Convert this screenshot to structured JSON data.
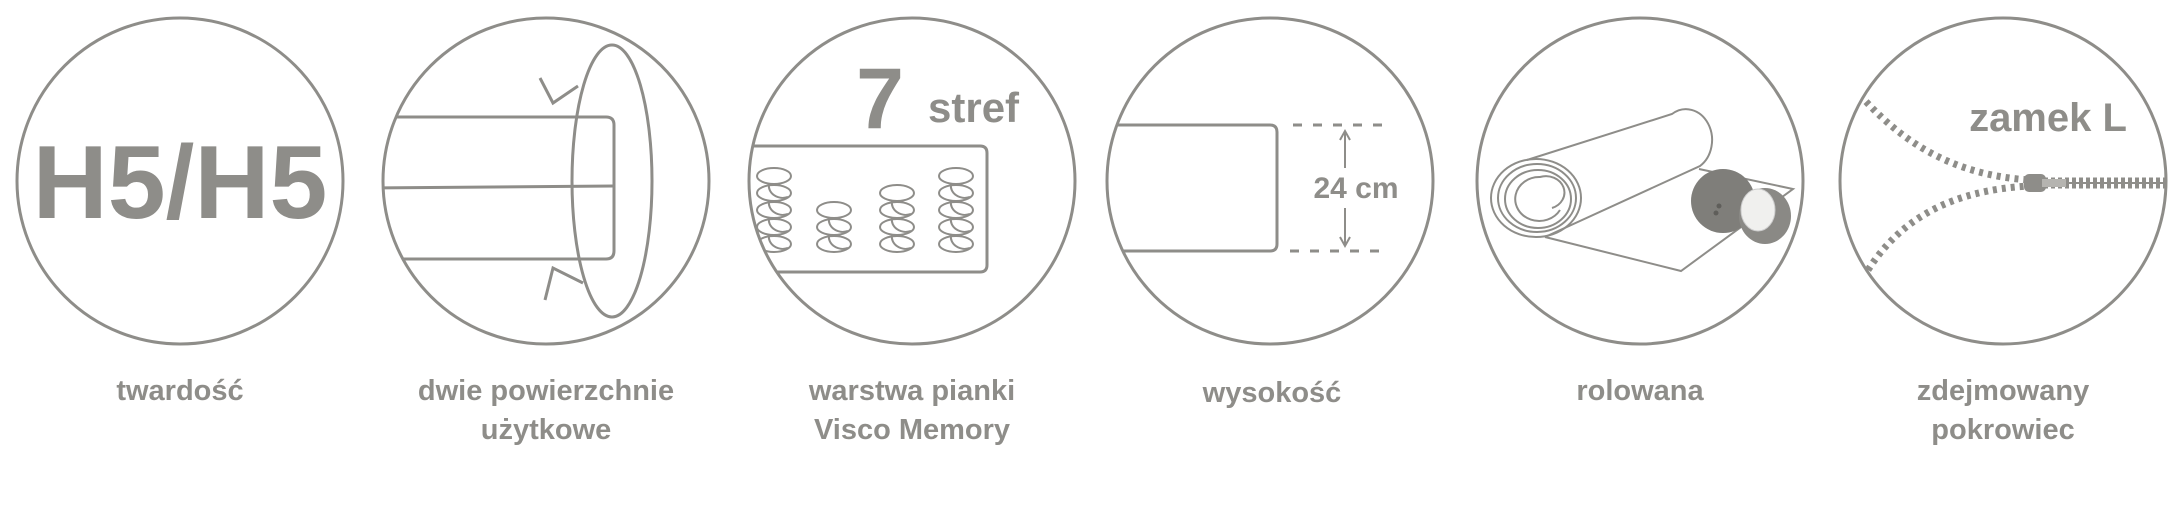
{
  "colors": {
    "icon_gray": "#8e8d89",
    "background": "#ffffff"
  },
  "features": [
    {
      "icon": "firmness-icon",
      "icon_text": "H5/H5",
      "label_lines": [
        "twardość"
      ]
    },
    {
      "icon": "two-sided-mattress-icon",
      "label_lines": [
        "dwie powierzchnie",
        "użytkowe"
      ]
    },
    {
      "icon": "seven-zones-icon",
      "icon_text_number": "7",
      "icon_text_word": "stref",
      "label_lines": [
        "warstwa pianki",
        "Visco Memory"
      ]
    },
    {
      "icon": "height-icon",
      "icon_text": "24 cm",
      "label_lines": [
        "wysokość"
      ]
    },
    {
      "icon": "rolled-mattress-coconut-icon",
      "label_lines": [
        "rolowana"
      ]
    },
    {
      "icon": "zipper-icon",
      "icon_text": "zamek L",
      "label_lines": [
        "zdejmowany",
        "pokrowiec"
      ]
    }
  ]
}
